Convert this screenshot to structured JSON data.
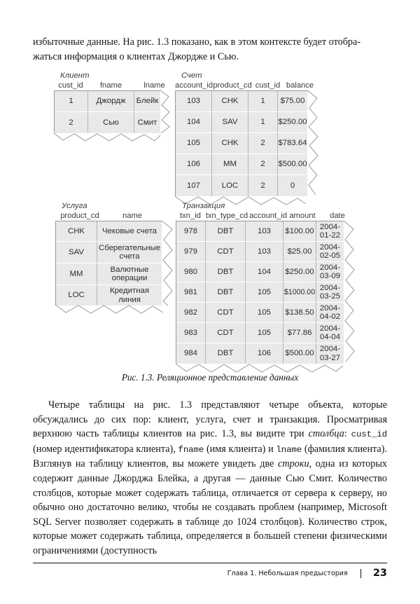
{
  "document": {
    "paragraph_top": "избыточные данные. На рис. 1.3 показано, как в этом контексте будет отобра&shy;жаться информация о клиентах Джордже и Сью.",
    "paragraph_top_line1": "избыточные данные. На рис. 1.3 показано, как в этом контексте будет отобра-",
    "paragraph_top_line2": "жаться информация о клиентах Джордже и Сью.",
    "caption": "Рис. 1.3. Реляционное представление данных",
    "paragraph_bottom_part1": "Четыре таблицы на рис. 1.3 представляют четыре объекта, которые обсуждались до сих пор: клиент, услуга, счет и транзакция. Просматривая верхнюю часть таблицы клиентов на рис. 1.3, вы видите три ",
    "paragraph_bottom_italic1": "столбца",
    "paragraph_bottom_part2": ": ",
    "paragraph_bottom_mono1": "cust_id",
    "paragraph_bottom_part3": " (номер идентификатора клиента), ",
    "paragraph_bottom_mono2": "fname",
    "paragraph_bottom_part4": " (имя клиента) и ",
    "paragraph_bottom_mono3": "lname",
    "paragraph_bottom_part5": " (фамилия клиента). Взглянув на таблицу клиентов, вы можете увидеть две ",
    "paragraph_bottom_italic2": "строки",
    "paragraph_bottom_part6": ", одна из которых содержит данные Джорджа Блейка, а другая — данные Сью Смит. Количество столбцов, которые может содержать таблица, отличается от сервера к серверу, но обычно оно достаточно велико, чтобы не создавать проблем (например, Microsoft SQL Server позволяет содержать в таблице до 1024 столбцов). Количество строк, которые может содержать таблица, определяется в большей степени физическими ограничениями (доступность"
  },
  "figure": {
    "tables": [
      {
        "id": "customer",
        "title": "Клиент",
        "columns": [
          "cust_id",
          "fname",
          "lname"
        ],
        "rows": [
          [
            "1",
            "Джордж",
            "Блейк"
          ],
          [
            "2",
            "Сью",
            "Смит"
          ]
        ]
      },
      {
        "id": "account",
        "title": "Счет",
        "columns": [
          "account_id",
          "product_cd",
          "cust_id",
          "balance"
        ],
        "rows": [
          [
            "103",
            "CHK",
            "1",
            "$75.00"
          ],
          [
            "104",
            "SAV",
            "1",
            "$250.00"
          ],
          [
            "105",
            "CHK",
            "2",
            "$783.64"
          ],
          [
            "106",
            "MM",
            "2",
            "$500.00"
          ],
          [
            "107",
            "LOC",
            "2",
            "0"
          ]
        ]
      },
      {
        "id": "product",
        "title": "Услуга",
        "columns": [
          "product_cd",
          "name"
        ],
        "rows": [
          [
            "CHK",
            "Чековые счета"
          ],
          [
            "SAV",
            "Сберегательные счета"
          ],
          [
            "MM",
            "Валютные операции"
          ],
          [
            "LOC",
            "Кредитная линия"
          ]
        ]
      },
      {
        "id": "transaction",
        "title": "Транзакция",
        "columns": [
          "txn_id",
          "txn_type_cd",
          "account_id",
          "amount",
          "date"
        ],
        "rows": [
          [
            "978",
            "DBT",
            "103",
            "$100.00",
            "2004-01-22"
          ],
          [
            "979",
            "CDT",
            "103",
            "$25.00",
            "2004-02-05"
          ],
          [
            "980",
            "DBT",
            "104",
            "$250.00",
            "2004-03-09"
          ],
          [
            "981",
            "DBT",
            "105",
            "$1000.00",
            "2004-03-25"
          ],
          [
            "982",
            "CDT",
            "105",
            "$138.50",
            "2004-04-02"
          ],
          [
            "983",
            "CDT",
            "105",
            "$77.86",
            "2004-04-04"
          ],
          [
            "984",
            "DBT",
            "106",
            "$500.00",
            "2004-03-27"
          ]
        ]
      }
    ]
  },
  "footer": {
    "chapter": "Глава 1. Небольшая предыстория",
    "page_number": "23"
  },
  "colors": {
    "cell_fill": "#e9e9e9",
    "cell_border": "#9a9a9a",
    "text": "#161616"
  }
}
